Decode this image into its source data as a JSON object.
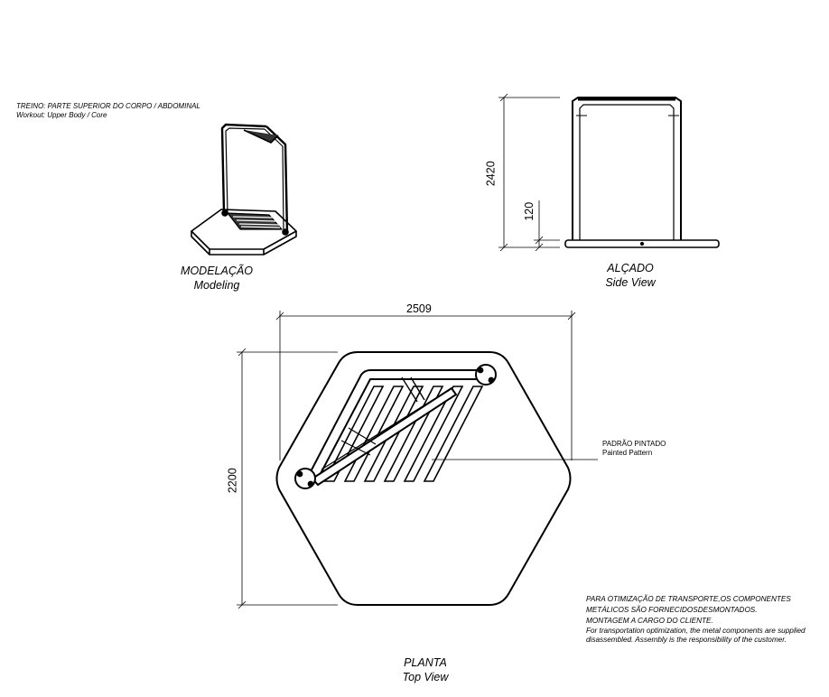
{
  "header": {
    "workout_pt": "TREINO: PARTE SUPERIOR DO CORPO / ABDOMINAL",
    "workout_en": "Workout: Upper Body / Core"
  },
  "modeling": {
    "label_pt": "MODELAÇÃO",
    "label_en": "Modeling"
  },
  "side_view": {
    "label_pt": "ALÇADO",
    "label_en": "Side View",
    "height_total": "2420",
    "height_base": "120"
  },
  "top_view": {
    "label_pt": "PLANTA",
    "label_en": "Top View",
    "width": "2509",
    "depth": "2200",
    "callout_pt": "PADRÃO PINTADO",
    "callout_en": "Painted Pattern"
  },
  "notes": {
    "line1": "PARA OTIMIZAÇÃO DE TRANSPORTE,OS COMPONENTES",
    "line2": "METÁLICOS SÃO FORNECIDOSDESMONTADOS.",
    "line3": "MONTAGEM A CARGO DO CLIENTE.",
    "line4": "For transportation optimization, the metal components are supplied",
    "line5": "disassembled. Assembly is the responsibility of the customer."
  },
  "colors": {
    "line": "#000000",
    "background": "#ffffff"
  }
}
